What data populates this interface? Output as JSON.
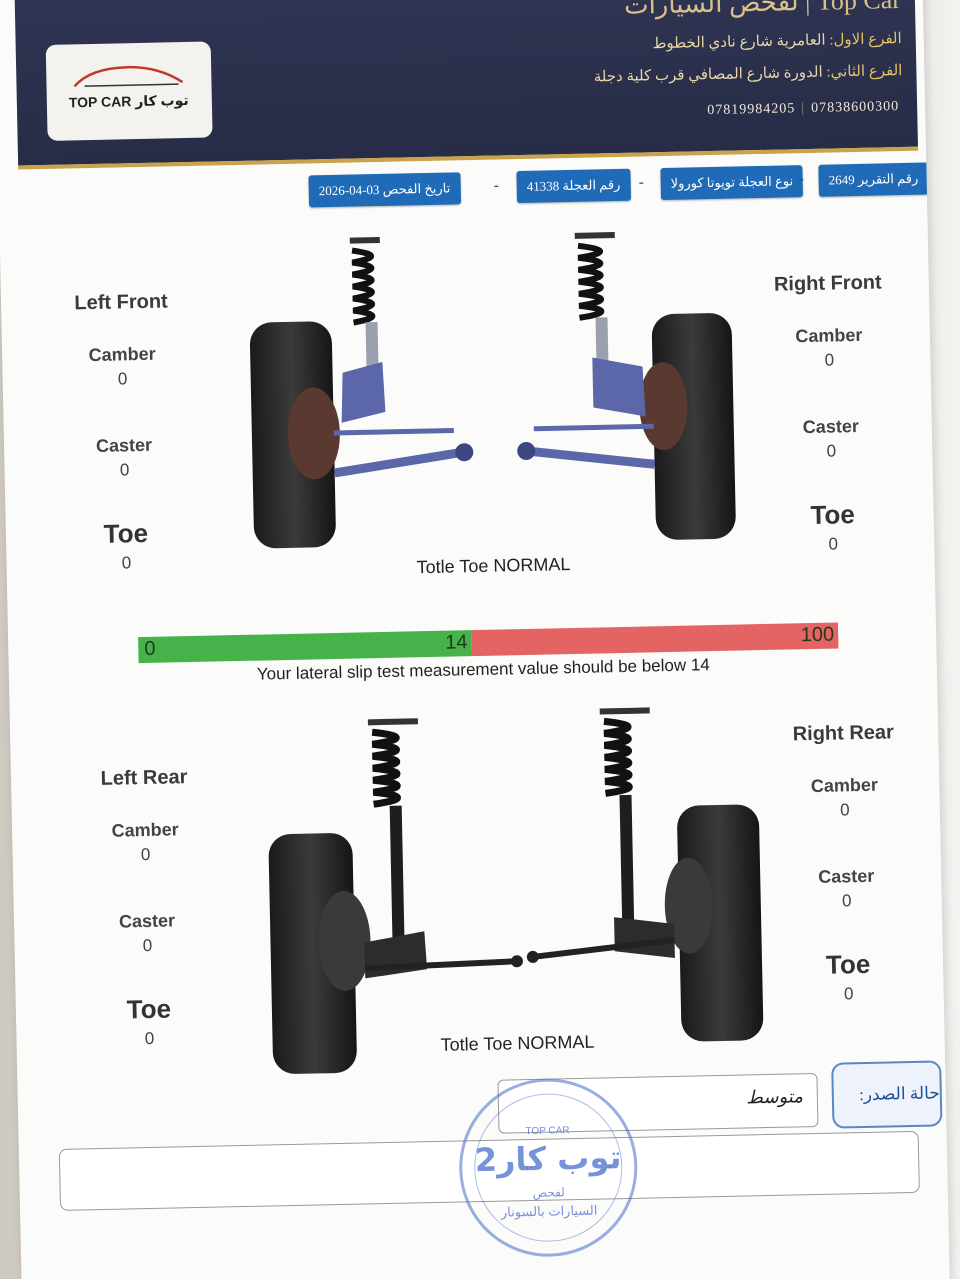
{
  "header": {
    "title": "لفحص السيارات | Top Car",
    "branch1_label": "الفرع الاول:",
    "branch1_text": "العامرية شارع نادي الخطوط",
    "branch2_label": "الفرع الثاني:",
    "branch2_text": "الدورة شارع المصافي قرب كلية دجلة",
    "phone1": "07819984205",
    "phone2": "07838600300",
    "logo_text": "TOP CAR توب كار"
  },
  "info": {
    "report": "رقم التقرير 2649",
    "car_type": "نوع العجلة تويوتا كورولا",
    "car_number": "رقم العجلة 41338",
    "date": "تاريخ الفحص 03-04-2026",
    "dash": "-"
  },
  "front": {
    "left": {
      "title": "Left Front",
      "camber_label": "Camber",
      "camber": "0",
      "caster_label": "Caster",
      "caster": "0",
      "toe_label": "Toe",
      "toe": "0"
    },
    "right": {
      "title": "Right Front",
      "camber_label": "Camber",
      "camber": "0",
      "caster_label": "Caster",
      "caster": "0",
      "toe_label": "Toe",
      "toe": "0"
    },
    "total_toe": "Totle Toe NORMAL"
  },
  "slip": {
    "min_label": "0",
    "threshold_label": "14",
    "max_label": "100",
    "threshold": 14,
    "max": 100,
    "note": "Your lateral slip test measurement value should be below 14",
    "colors": {
      "ok": "#46b34a",
      "bad": "#e46363"
    }
  },
  "rear": {
    "left": {
      "title": "Left Rear",
      "camber_label": "Camber",
      "camber": "0",
      "caster_label": "Caster",
      "caster": "0",
      "toe_label": "Toe",
      "toe": "0"
    },
    "right": {
      "title": "Right Rear",
      "camber_label": "Camber",
      "camber": "0",
      "caster_label": "Caster",
      "caster": "0",
      "toe_label": "Toe",
      "toe": "0"
    },
    "total_toe": "Totle Toe NORMAL"
  },
  "status": {
    "label": "حالة الصدر:",
    "value": "متوسط"
  },
  "stamp": {
    "line1": "TOP CAR",
    "line2": "توب كار2",
    "line3": "لفحص",
    "line4": "السيارات بالسونار"
  }
}
